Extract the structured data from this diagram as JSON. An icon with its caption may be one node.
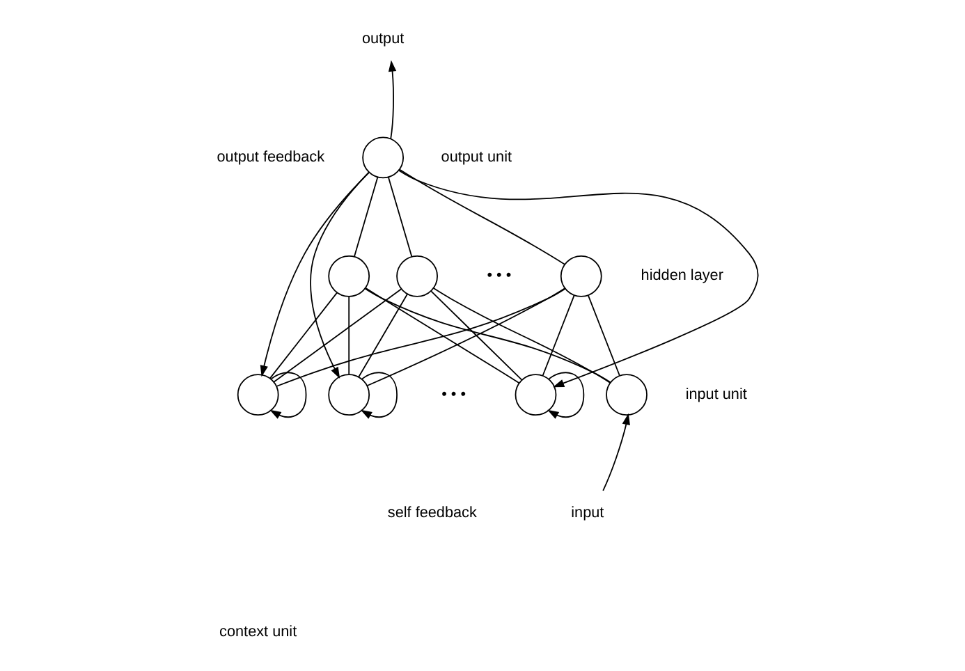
{
  "diagram": {
    "nodes": [
      {
        "text": [
          "output"
        ]
      },
      {
        "text": [],
        "shape": "circle",
        "beside": [
          "output unit"
        ]
      },
      {
        "text": [],
        "shape": "circle"
      },
      {
        "text": [],
        "shape": "circle"
      },
      {
        "text": [],
        "shape": "circle",
        "beside": [
          "hidden layer"
        ]
      },
      {
        "text": [],
        "shape": "circle"
      },
      {
        "text": [],
        "shape": "circle"
      },
      {
        "text": [],
        "shape": "circle"
      },
      {
        "text": [],
        "shape": "circle",
        "beside": [
          "input unit"
        ]
      },
      {
        "text": [
          "input"
        ]
      }
    ],
    "edges": [
      {
        "from": 1,
        "to": 0,
        "arrow": "to"
      },
      {
        "from": 1,
        "to": 2,
        "arrow": "none"
      },
      {
        "from": 1,
        "to": 3,
        "arrow": "none"
      },
      {
        "from": 1,
        "to": 4,
        "arrow": "none"
      },
      {
        "from": 2,
        "to": 5,
        "arrow": "none"
      },
      {
        "from": 2,
        "to": 6,
        "arrow": "none"
      },
      {
        "from": 2,
        "to": 7,
        "arrow": "none"
      },
      {
        "from": 2,
        "to": 8,
        "arrow": "none"
      },
      {
        "from": 3,
        "to": 5,
        "arrow": "none"
      },
      {
        "from": 3,
        "to": 6,
        "arrow": "none"
      },
      {
        "from": 3,
        "to": 7,
        "arrow": "none"
      },
      {
        "from": 3,
        "to": 8,
        "arrow": "none"
      },
      {
        "from": 4,
        "to": 5,
        "arrow": "none"
      },
      {
        "from": 4,
        "to": 6,
        "arrow": "none"
      },
      {
        "from": 4,
        "to": 7,
        "arrow": "none"
      },
      {
        "from": 4,
        "to": 8,
        "arrow": "none"
      },
      {
        "from": 1,
        "to": 5,
        "arrow": "to"
      },
      {
        "from": 1,
        "to": 6,
        "arrow": "to"
      },
      {
        "from": 1,
        "to": 7,
        "arrow": "to"
      },
      {
        "from": 5,
        "to": 5,
        "arrow": "to"
      },
      {
        "from": 6,
        "to": 6,
        "arrow": "to"
      },
      {
        "from": 7,
        "to": 7,
        "arrow": "to"
      },
      {
        "from": 9,
        "to": 8,
        "arrow": "to"
      }
    ],
    "labels": [
      "output feedback",
      "• • •",
      "• • •",
      "self feedback",
      "context unit"
    ]
  }
}
